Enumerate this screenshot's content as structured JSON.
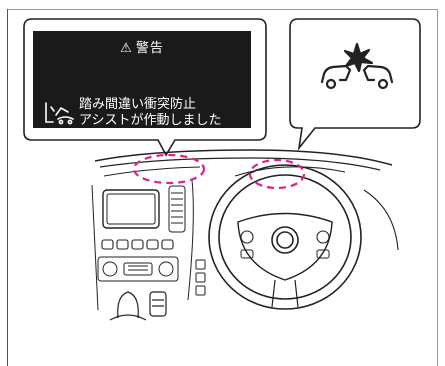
{
  "warning_display": {
    "title": "警告",
    "title_icon": "warning-triangle-icon",
    "message_line1": "踏み間違い衝突防止",
    "message_line2": "アシストが作動しました",
    "system_icon": "pedal-misapplication-icon"
  },
  "meter_indicator": {
    "icon": "collision-warning-icon"
  },
  "colors": {
    "panel_background": "#1a1a1a",
    "panel_text": "#ffffff",
    "highlight_dashes": "#e0218a",
    "line_art": "#222222"
  }
}
